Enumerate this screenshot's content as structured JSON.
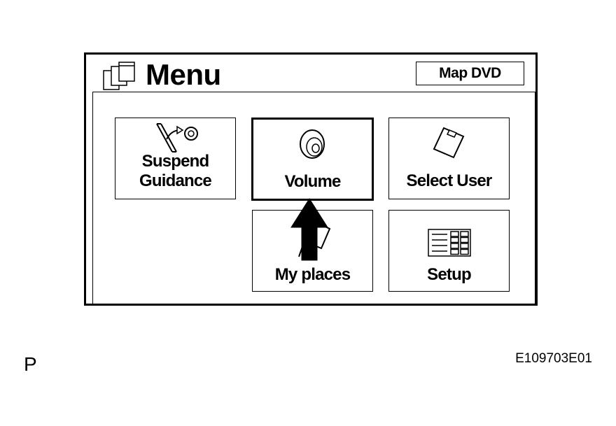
{
  "screen": {
    "title": "Menu",
    "title_icon": "menu-pages-icon",
    "source_button_label": "Map DVD"
  },
  "buttons": {
    "suspend_guidance": {
      "label_line1": "Suspend",
      "label_line2": "Guidance",
      "icon": "route-cancel-icon",
      "selected": false
    },
    "volume": {
      "label": "Volume",
      "icon": "speaker-icon",
      "selected": true
    },
    "select_user": {
      "label": "Select User",
      "icon": "user-card-icon",
      "selected": false
    },
    "my_places": {
      "label": "My places",
      "icon": "flag-icon",
      "selected": false
    },
    "setup": {
      "label": "Setup",
      "icon": "settings-list-icon",
      "selected": false
    }
  },
  "annotation": {
    "pointer": "up-arrow-icon",
    "corner_label_left": "P",
    "figure_code": "E109703E01"
  }
}
